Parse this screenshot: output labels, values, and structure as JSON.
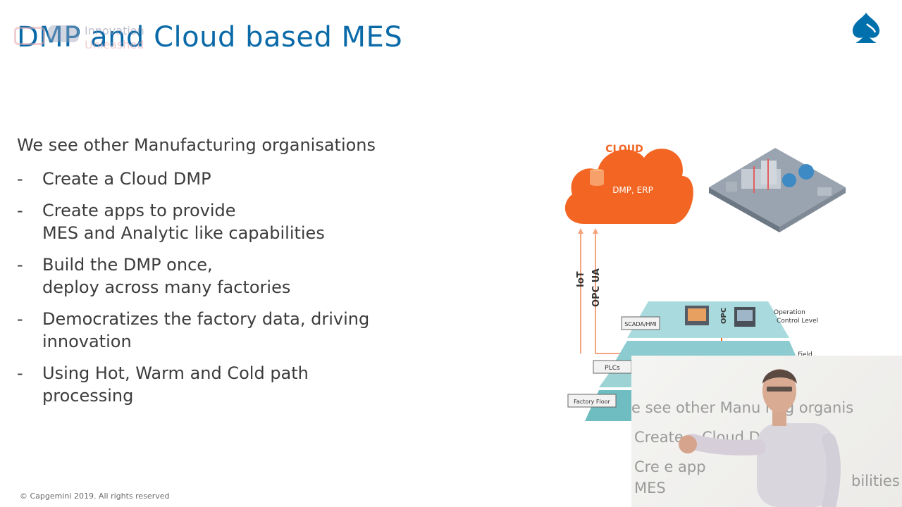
{
  "slide": {
    "title": "DMP and Cloud based MES",
    "watermark": {
      "line1": "Innovation",
      "line2": "Unleashed"
    },
    "intro": "We see other Manufacturing organisations",
    "bullets": [
      {
        "dash": "-",
        "text": "Create a Cloud DMP"
      },
      {
        "dash": "-",
        "text": "Create apps to provide\nMES and Analytic like capabilities"
      },
      {
        "dash": "-",
        "text": "Build the DMP once,\ndeploy across many factories"
      },
      {
        "dash": "-",
        "text": "Democratizes the factory data, driving\ninnovation"
      },
      {
        "dash": "-",
        "text": "Using Hot, Warm and Cold path\nprocessing"
      }
    ],
    "footer": "© Capgemini 2019. All rights reserved"
  },
  "diagram": {
    "cloud_title": "CLOUD",
    "cloud_label": "DMP, ERP",
    "iot_label": "IoT",
    "opc_label": "OPC UA",
    "opc_small": "OPC",
    "scada_label": "SCADA/HMI",
    "plcs_label": "PLCs",
    "factory_label": "Factory Floor",
    "level_label_1": "Operation",
    "level_label_2": "Control Level",
    "field_label": "Field",
    "colors": {
      "cloud": "#f26522",
      "pyramid": "#9ed3d6",
      "pyramid_dark": "#6fbcc1"
    }
  },
  "video_overlay": {
    "line1": "e see other Manu    ring organis",
    "line2": "Create a Cloud D",
    "line3": "Cre    e app",
    "line4": "MES",
    "line5": "bilities"
  },
  "brand": {
    "logo": "spade-logo-icon",
    "color": "#0070ad"
  }
}
